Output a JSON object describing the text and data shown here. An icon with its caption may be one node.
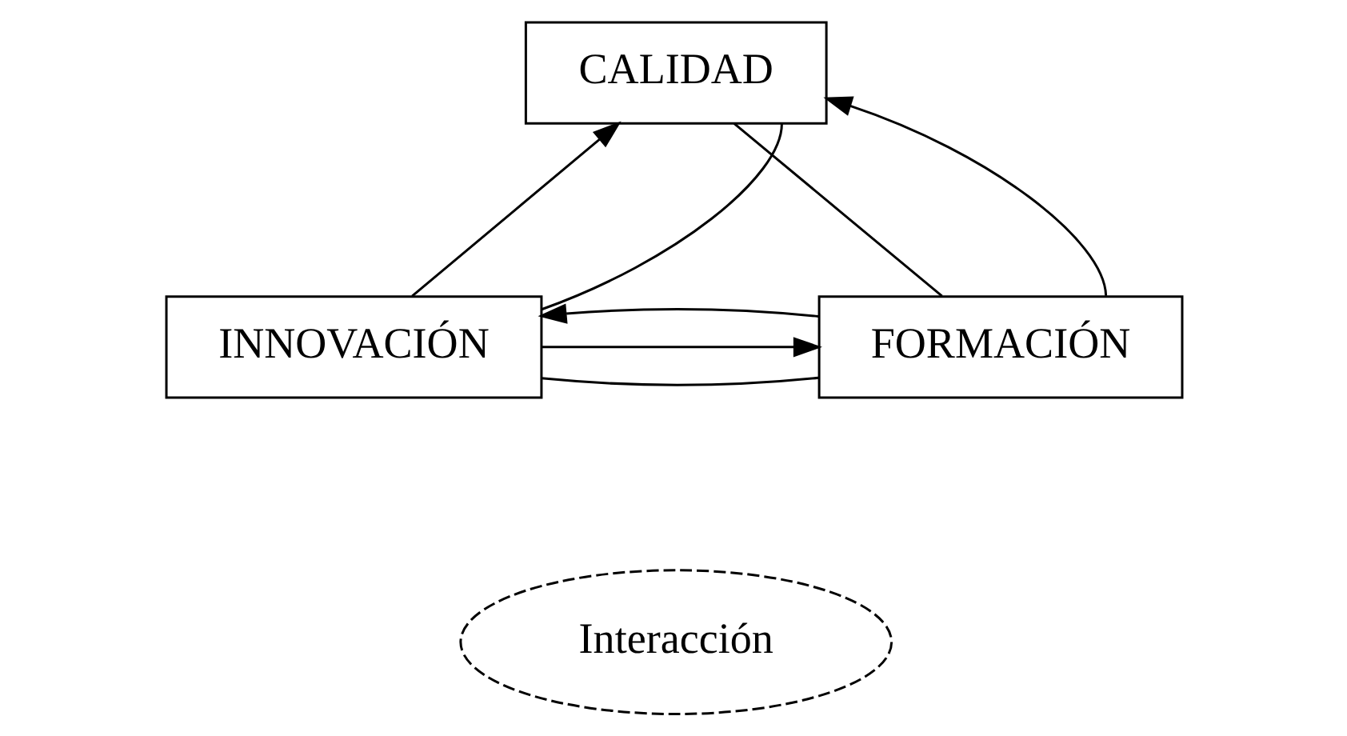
{
  "diagram": {
    "nodes": [
      {
        "text": [
          "CALIDAD"
        ]
      },
      {
        "text": [
          "INNOVACIÓN"
        ]
      },
      {
        "text": [
          "FORMACIÓN"
        ]
      },
      {
        "text": [
          "Interacción"
        ]
      }
    ],
    "edges": [
      {
        "from": 1,
        "to": 0,
        "arrow": "to"
      },
      {
        "from": 1,
        "to": 0,
        "arrow": "none"
      },
      {
        "from": 2,
        "to": 0,
        "arrow": "none"
      },
      {
        "from": 2,
        "to": 0,
        "arrow": "to"
      },
      {
        "from": 1,
        "to": 2,
        "arrow": "none"
      },
      {
        "from": 1,
        "to": 2,
        "arrow": "to"
      },
      {
        "from": 2,
        "to": 1,
        "arrow": "to"
      }
    ]
  }
}
